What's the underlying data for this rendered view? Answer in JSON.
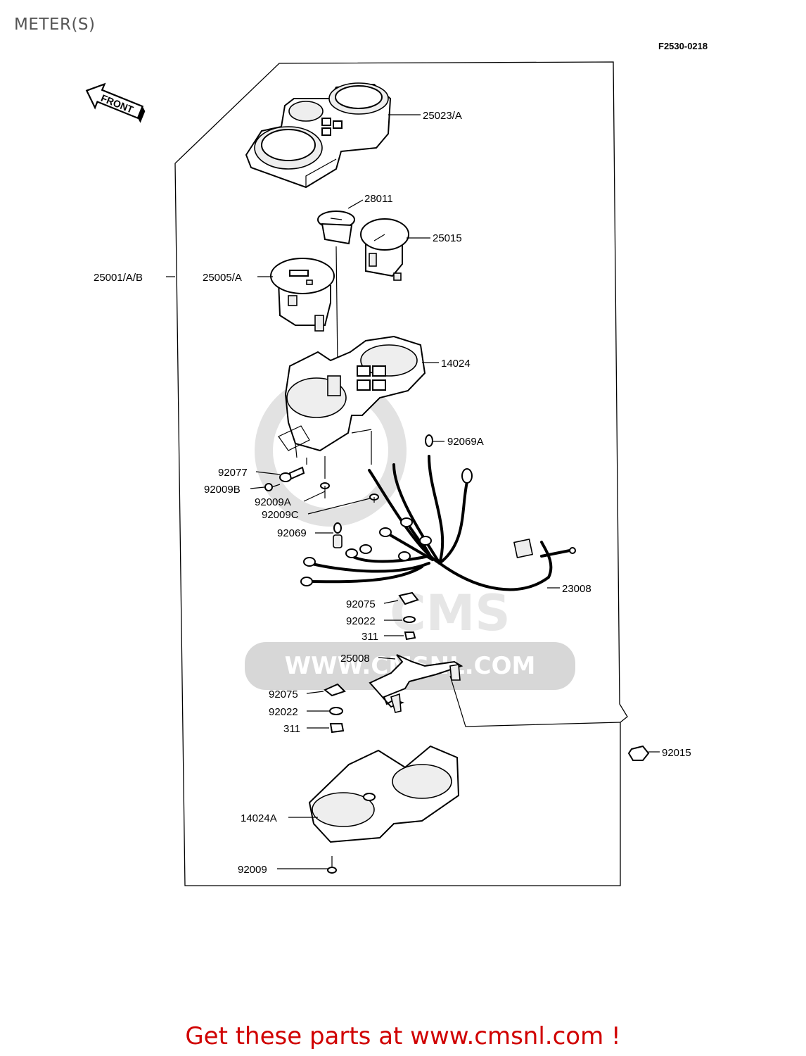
{
  "page": {
    "title": "METER(S)",
    "figure_code": "F2530-0218",
    "front_marker": "FRONT",
    "footer": "Get these parts at www.cmsnl.com !"
  },
  "watermark": {
    "brand": "CMS",
    "url": "WWW.CMSNL.COM"
  },
  "parts": [
    {
      "label": "25023/A"
    },
    {
      "label": "28011"
    },
    {
      "label": "25015"
    },
    {
      "label": "25001/A/B"
    },
    {
      "label": "25005/A"
    },
    {
      "label": "14024"
    },
    {
      "label": "92069A"
    },
    {
      "label": "92077"
    },
    {
      "label": "92009B"
    },
    {
      "label": "92009A"
    },
    {
      "label": "92009C"
    },
    {
      "label": "92069"
    },
    {
      "label": "23008"
    },
    {
      "label": "92075"
    },
    {
      "label": "92022"
    },
    {
      "label": "311"
    },
    {
      "label": "25008"
    },
    {
      "label": "92075"
    },
    {
      "label": "92022"
    },
    {
      "label": "311"
    },
    {
      "label": "92015"
    },
    {
      "label": "14024A"
    },
    {
      "label": "92009"
    }
  ]
}
